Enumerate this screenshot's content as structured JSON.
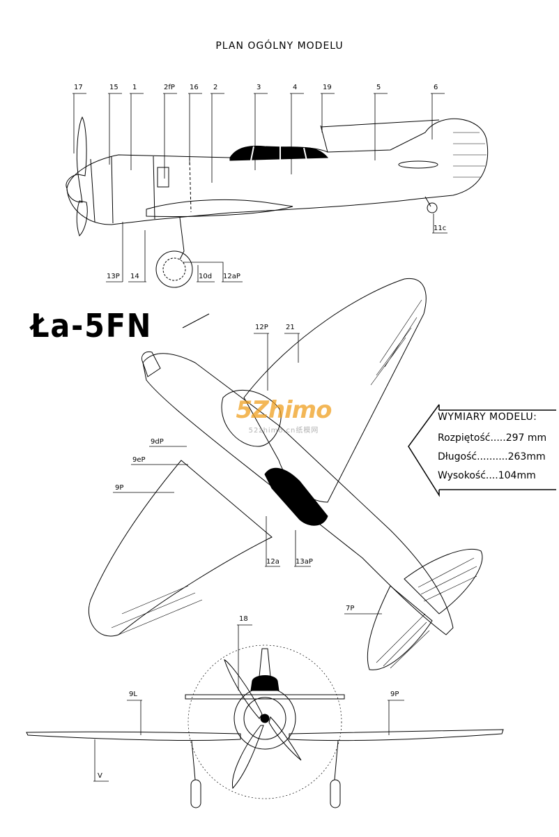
{
  "title": "PLAN OGÓLNY MODELU",
  "model_name": "Ła-5FN",
  "watermark": {
    "logo": "5Zhimo",
    "url": "52zhimo.cn纸模网"
  },
  "dimensions": {
    "title": "WYMIARY MODELU:",
    "rows": [
      {
        "label": "Rozpiętość",
        "dots": ".....",
        "value": "297 mm"
      },
      {
        "label": "Długość",
        "dots": "..........",
        "value": "263mm"
      },
      {
        "label": "Wysokość",
        "dots": "....",
        "value": "104mm"
      }
    ]
  },
  "side_view_labels": {
    "top": [
      "17",
      "15",
      "1",
      "2fP",
      "16",
      "2",
      "3",
      "4",
      "19",
      "5",
      "6"
    ],
    "bottom": [
      "13P",
      "14",
      "10d",
      "12aP"
    ],
    "right": "11c"
  },
  "top_view_labels": [
    "12P",
    "21",
    "9dP",
    "9eP",
    "9P",
    "12a",
    "13aP",
    "7P"
  ],
  "front_view_labels": [
    "18",
    "9L",
    "9P",
    "V"
  ]
}
